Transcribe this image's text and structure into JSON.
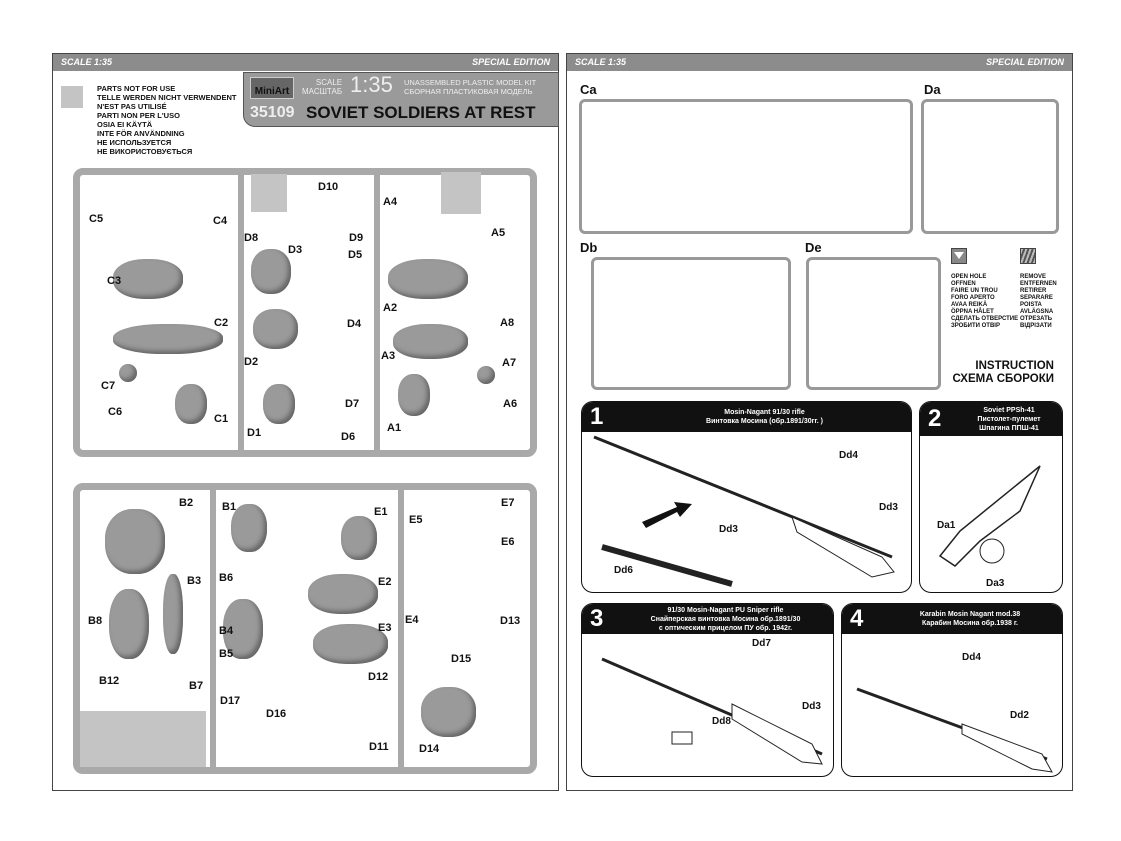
{
  "left_page": {
    "scale_label": "SCALE 1:35",
    "edition": "SPECIAL EDITION",
    "not_for_use": [
      "PARTS NOT FOR USE",
      "TELLE WERDEN NICHT VERWENDENT",
      "N'EST PAS UTILISÉ",
      "PARTI NON PER  L'USO",
      "OSIA EI KÄYTÄ",
      "INTE FÖR ANVÄNDNING",
      "НЕ ИСПОЛЬЗУЕТСЯ",
      "НЕ ВИКОРИСТОВУЄТЬСЯ"
    ],
    "brand": "MiniArt",
    "scale_en": "SCALE",
    "scale_ru": "МАСШТАБ",
    "scale_value": "1:35",
    "kit_en": "UNASSEMBLED PLASTIC MODEL KIT",
    "kit_ru": "СБОРНАЯ ПЛАСТИКОВАЯ МОДЕЛЬ",
    "kit_number": "35109",
    "kit_title": "SOVIET SOLDIERS AT REST",
    "sprue1_labels": [
      "C5",
      "C4",
      "C3",
      "C2",
      "C7",
      "C6",
      "C1",
      "D10",
      "D8",
      "D9",
      "D3",
      "D5",
      "D4",
      "D2",
      "D7",
      "D1",
      "D6",
      "A4",
      "A5",
      "A2",
      "A8",
      "A3",
      "A7",
      "A1",
      "A6"
    ],
    "sprue2_labels": [
      "B2",
      "B1",
      "E1",
      "E7",
      "E5",
      "E6",
      "B6",
      "B3",
      "E2",
      "B8",
      "E4",
      "D13",
      "B4",
      "E3",
      "B5",
      "D15",
      "D12",
      "B12",
      "B7",
      "D17",
      "D16",
      "D11",
      "D14"
    ]
  },
  "right_page": {
    "scale_label": "SCALE 1:35",
    "edition": "SPECIAL EDITION",
    "sprues": [
      "Ca",
      "Da",
      "Db",
      "De"
    ],
    "open_hole": [
      "OPEN  HOLE",
      "OFFNEN",
      "FAIRE UN TROU",
      "FORO APERTO",
      "AVAA REIKÄ",
      "ÖPPNA HÅLET",
      "СДЕЛАТЬ ОТВЕРСТИЕ",
      "ЗРОБИТИ ОТВІР"
    ],
    "remove": [
      "REMOVE",
      "ENTFERNEN",
      "RETIRER",
      "SEPARARE",
      "POISTA",
      "AVLÄGSNA",
      "ОТРЕЗАТЬ",
      "ВІДРІЗАТИ"
    ],
    "instruction_en": "INSTRUCTION",
    "instruction_ru": "СХЕМА СБОРОКИ",
    "steps": [
      {
        "num": "1",
        "title": [
          "Mosin-Nagant 91/30 rifle",
          "Винтовка Мосина (обр.1891/30гг. )"
        ],
        "labels": [
          "Dd4",
          "Dd3",
          "Dd6",
          "Dd3"
        ]
      },
      {
        "num": "2",
        "title": [
          "Soviet PPSh-41",
          "Пистолет-пулемет",
          "Шпагина ППШ-41"
        ],
        "labels": [
          "Da1",
          "Da3"
        ]
      },
      {
        "num": "3",
        "title": [
          "91/30 Mosin-Nagant PU Sniper rifle",
          "Снайперская винтовка Мосина обр.1891/30",
          "с оптическим прицелом ПУ обр. 1942г."
        ],
        "labels": [
          "Dd7",
          "Dd3",
          "Dd8"
        ]
      },
      {
        "num": "4",
        "title": [
          "Karabin Mosin Nagant mod.38",
          "Карабин Мосина обр.1938 г."
        ],
        "labels": [
          "Dd4",
          "Dd2"
        ]
      }
    ]
  }
}
